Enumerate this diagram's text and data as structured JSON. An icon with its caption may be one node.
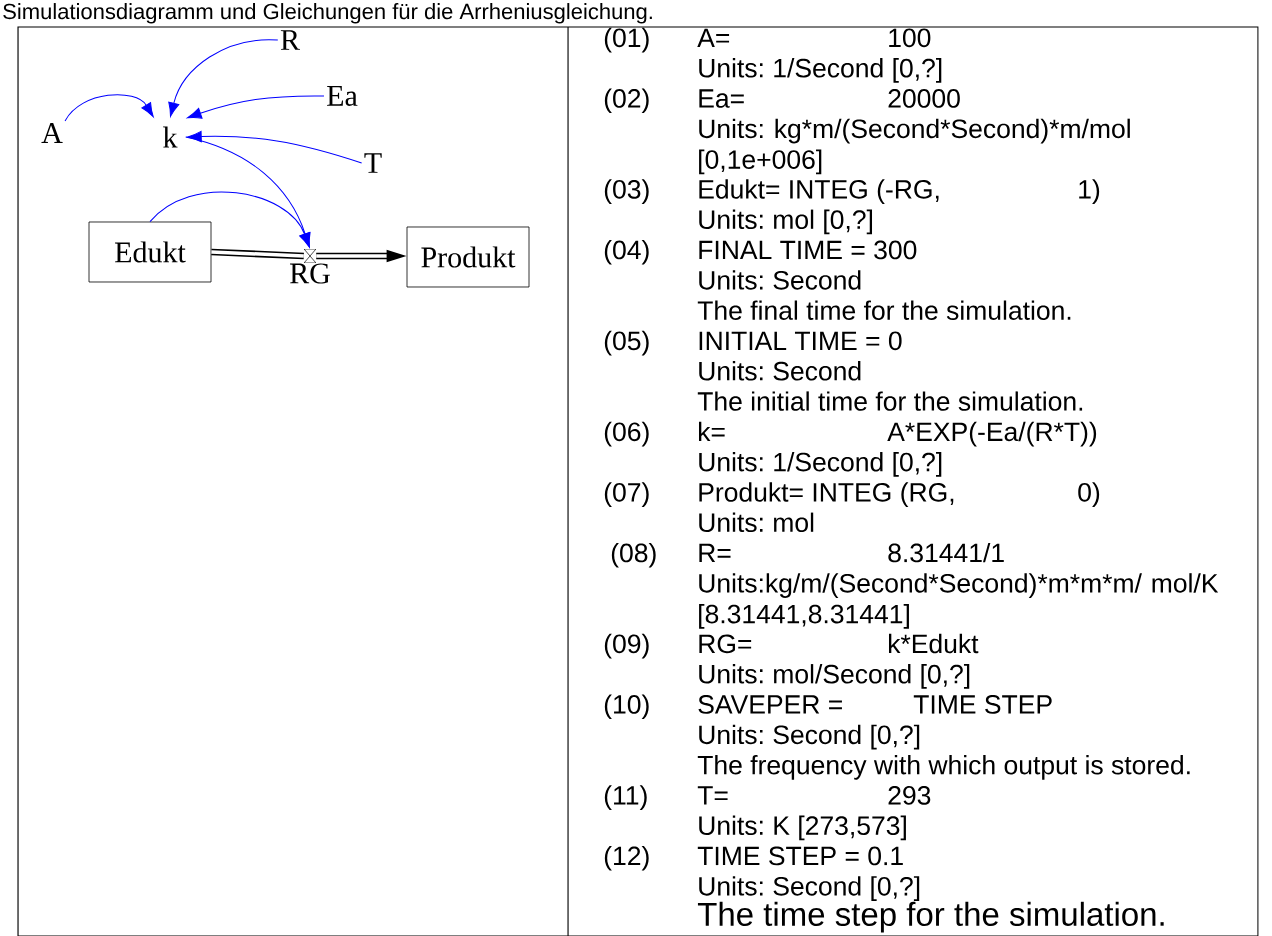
{
  "diagram": {
    "title": "Simulationsdiagramm und Gleichungen für die Arrheniusgleichung.",
    "nodes": [
      {
        "text": [
          "R"
        ]
      },
      {
        "text": [
          "Ea"
        ]
      },
      {
        "text": [
          "A"
        ]
      },
      {
        "text": [
          "k"
        ]
      },
      {
        "text": [
          "T"
        ]
      },
      {
        "text": [
          "Edukt"
        ]
      },
      {
        "text": [
          "RG"
        ]
      },
      {
        "text": [
          "Produkt"
        ]
      }
    ],
    "edges": [
      {
        "from": 2,
        "to": 3,
        "arrow": "to"
      },
      {
        "from": 0,
        "to": 3,
        "arrow": "to"
      },
      {
        "from": 1,
        "to": 3,
        "arrow": "to"
      },
      {
        "from": 4,
        "to": 3,
        "arrow": "to"
      },
      {
        "from": 3,
        "to": 6,
        "arrow": "to"
      },
      {
        "from": 5,
        "to": 6,
        "arrow": "to"
      },
      {
        "from": 5,
        "to": 6,
        "arrow": "none",
        "style": "thick",
        "color": "#000000"
      },
      {
        "from": 6,
        "to": 7,
        "arrow": "to",
        "style": "thick",
        "color": "#000000"
      }
    ],
    "labels": [
      "(01)",
      "A=",
      "100",
      "Units: 1/Second [0,?]",
      "(02)",
      "Ea=",
      "20000",
      "Units: kg*m/(Second*Second)*m/mol [0,1e+006]",
      "(03)",
      "Edukt= INTEG (-RG,",
      "1)",
      "Units: mol [0,?]",
      "(04)",
      "FINAL TIME = 300",
      "Units: Second",
      "The final time for the simulation.",
      "(05)",
      "INITIAL TIME = 0",
      "Units: Second",
      "The initial time for the simulation.",
      "(06)",
      "k=",
      "A*EXP(-Ea/(R*T))",
      "Units: 1/Second [0,?]",
      "(07)",
      "Produkt= INTEG (RG,",
      "0)",
      "Units: mol",
      "(08)",
      "R=",
      "8.31441/1",
      "Units:kg/m/(Second*Second)*m*m*m/ mol/K [8.31441,8.31441]",
      "(09)",
      "RG=",
      "k*Edukt",
      "Units: mol/Second [0,?]",
      "(10)",
      "SAVEPER =",
      "TIME STEP",
      "Units: Second [0,?]",
      "The frequency with which output is stored.",
      "(11)",
      "T=",
      "293",
      "Units: K [273,573]",
      "(12)",
      "TIME STEP = 0.1",
      "Units: Second [0,?]",
      "The time step for the simulation."
    ]
  }
}
